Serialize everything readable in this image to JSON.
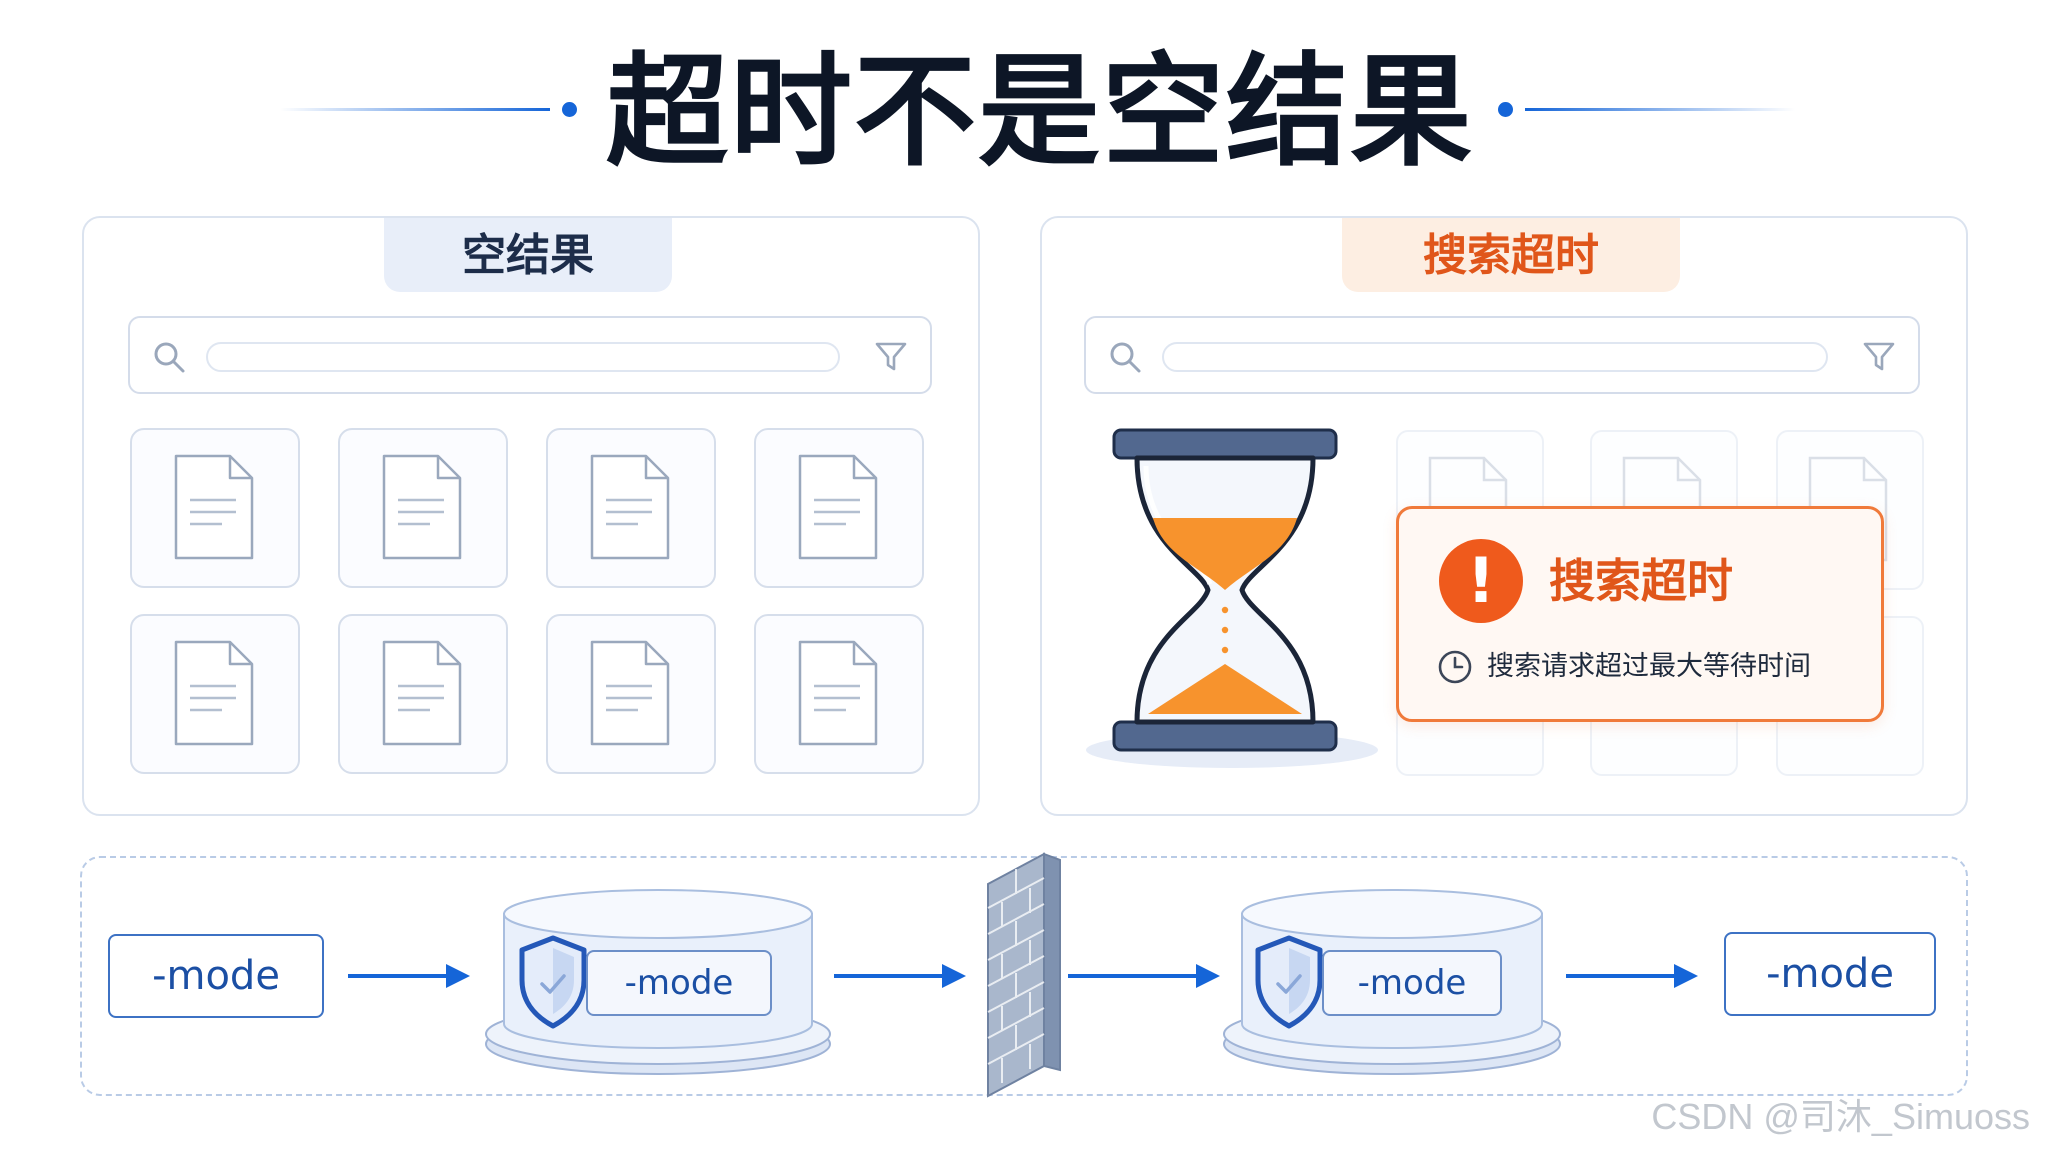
{
  "title": "超时不是空结果",
  "panels": {
    "left": {
      "label": "空结果"
    },
    "right": {
      "label": "搜索超时",
      "alert": {
        "title": "搜索超时",
        "message": "搜索请求超过最大等待时间"
      }
    }
  },
  "flow": {
    "nodes": [
      "-mode",
      "-mode",
      "-mode",
      "-mode"
    ]
  },
  "watermark": "CSDN @司沐_Simuoss",
  "colors": {
    "title": "#0d1626",
    "accent_blue": "#1565d8",
    "timeout_orange": "#e0561a",
    "panel_border": "#dbe3ef"
  },
  "icons": [
    "search-icon",
    "filter-icon",
    "document-icon",
    "hourglass-icon",
    "alert-icon",
    "clock-icon",
    "shield-icon",
    "firewall-icon",
    "arrow-right-icon"
  ]
}
